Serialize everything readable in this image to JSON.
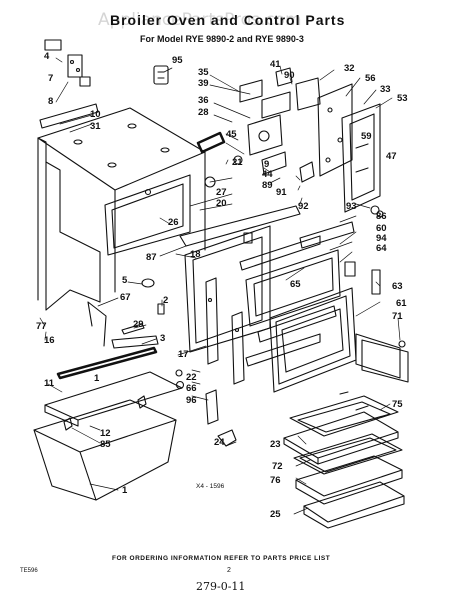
{
  "title": "Broiler Oven and Control Parts",
  "subtitle": "For Model RYE 9890-2 and RYE 9890-3",
  "watermark": "AppliancePartsPros.com",
  "diagram_code": "X4 - 1596",
  "footer_note": "FOR ORDERING INFORMATION REFER TO PARTS PRICE LIST",
  "figure_id": "TE596",
  "page_number": "2",
  "document_number": "279-0-11",
  "callouts": [
    "4",
    "95",
    "35",
    "39",
    "41",
    "90",
    "32",
    "56",
    "33",
    "53",
    "7",
    "8",
    "10",
    "31",
    "36",
    "28",
    "45",
    "21",
    "27",
    "20",
    "26",
    "87",
    "9",
    "44",
    "89",
    "91",
    "92",
    "59",
    "47",
    "93",
    "86",
    "60",
    "94",
    "64",
    "18",
    "65",
    "63",
    "61",
    "5",
    "67",
    "2",
    "29",
    "3",
    "77",
    "16",
    "17",
    "22",
    "66",
    "96",
    "11",
    "12",
    "85",
    "1",
    "71",
    "75",
    "24",
    "23",
    "72",
    "76",
    "25",
    "1"
  ]
}
